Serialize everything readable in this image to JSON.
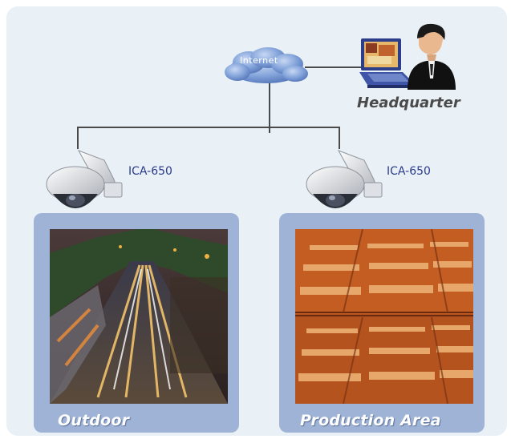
{
  "network": {
    "cloud_label": "Internet",
    "headquarter_label": "Headquarter"
  },
  "cameras": [
    {
      "model": "ICA-650",
      "location": "Outdoor"
    },
    {
      "model": "ICA-650",
      "location": "Production Area"
    }
  ],
  "colors": {
    "background": "#e9f1f6",
    "panel": "#9fb3d6",
    "model_text": "#2a3a8c",
    "cloud": "#7fa0d8"
  },
  "icons": [
    "cloud-icon",
    "laptop-icon",
    "person-icon",
    "dome-camera-icon"
  ]
}
